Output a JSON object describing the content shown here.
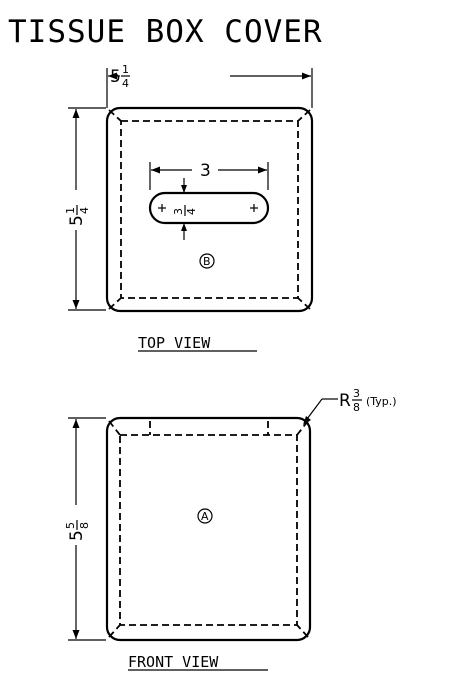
{
  "title": "TISSUE BOX COVER",
  "top_view": {
    "label": "TOP VIEW",
    "width_dim": {
      "whole": "5",
      "num": "1",
      "den": "4"
    },
    "height_dim": {
      "whole": "5",
      "num": "1",
      "den": "4"
    },
    "slot_length": "3",
    "slot_width": {
      "num": "3",
      "den": "4"
    },
    "part_marker": "B"
  },
  "front_view": {
    "label": "FRONT VIEW",
    "height_dim": {
      "whole": "5",
      "num": "5",
      "den": "8"
    },
    "radius_prefix": "R",
    "radius": {
      "num": "3",
      "den": "8"
    },
    "radius_note": "(Typ.)",
    "part_marker": "A"
  }
}
